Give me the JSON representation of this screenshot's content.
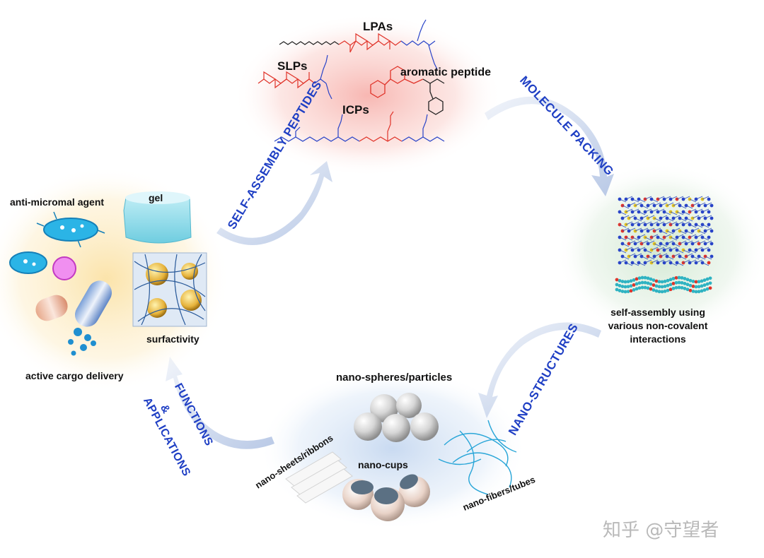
{
  "molecules": {
    "lpas": "LPAs",
    "slps": "SLPs",
    "aromatic": "aromatic peptide",
    "icps": "ICPs"
  },
  "cycle_labels": {
    "self_assembly_peptides": "SELF-ASSEMBLY PEPTIDES",
    "molecule_packing": "MOLECULE PACKING",
    "nano_structures": "NANO-STRUCTURES",
    "functions_line1": "FUNCTIONS",
    "functions_line2": "&",
    "functions_line3": "APPLICATIONS"
  },
  "packing": {
    "caption_line1": "self-assembly using",
    "caption_line2": "various non-covalent",
    "caption_line3": "interactions"
  },
  "nanostructures": {
    "spheres": "nano-spheres/particles",
    "sheets": "nano-sheets/ribbons",
    "cups": "nano-cups",
    "fibers": "nano-fibers/tubes"
  },
  "applications": {
    "antimicrobial": "anti-micromal agent",
    "gel": "gel",
    "surfactivity": "surfactivity",
    "cargo": "active cargo delivery"
  },
  "watermark": "知乎 @守望者",
  "colors": {
    "label_blue": "#1f3fc4",
    "arrow": "#c8d5ec",
    "peptide_red": "#e0342a",
    "peptide_blue": "#2843c8"
  }
}
